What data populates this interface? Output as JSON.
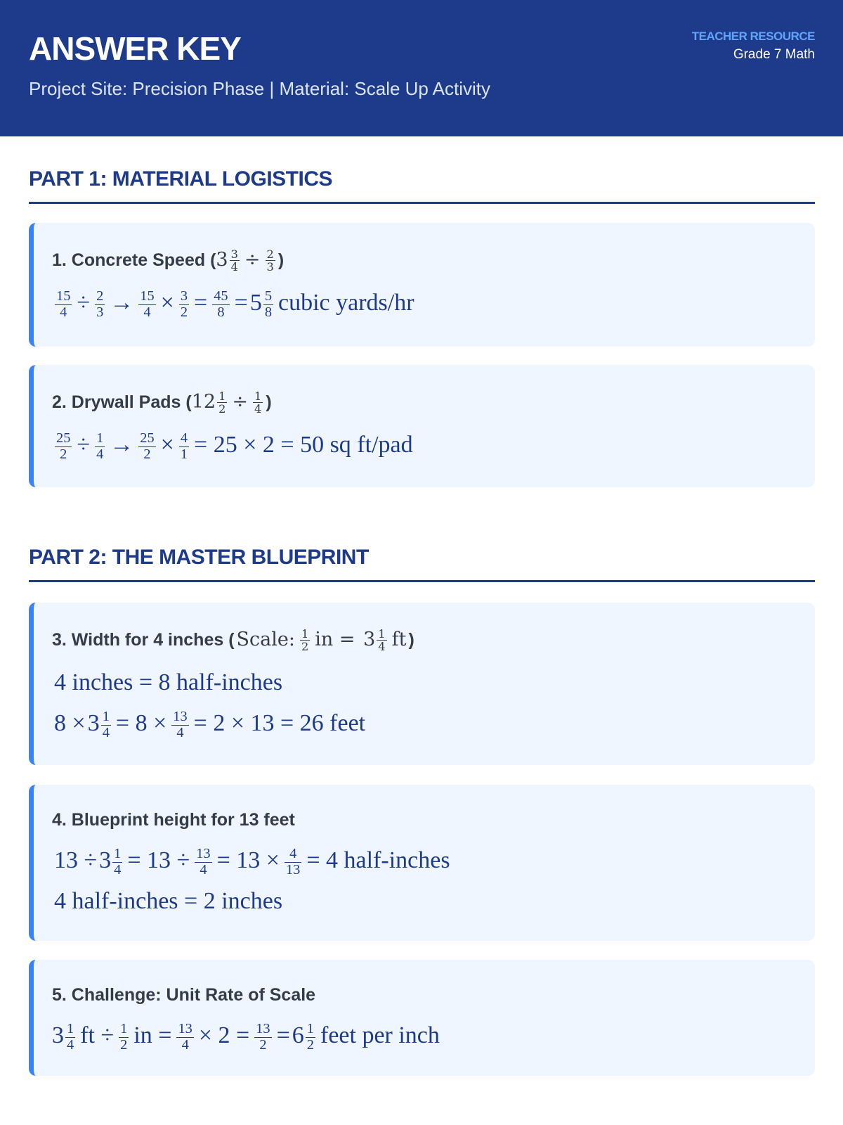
{
  "header": {
    "title": "ANSWER KEY",
    "subtitle": "Project Site: Precision Phase | Material: Scale Up Activity",
    "resource_label": "TEACHER RESOURCE",
    "grade": "Grade 7 Math"
  },
  "sections": [
    {
      "heading": "PART 1: MATERIAL LOGISTICS"
    },
    {
      "heading": "PART 2: THE MASTER BLUEPRINT"
    }
  ],
  "problems": [
    {
      "label": "1. Concrete Speed (",
      "label_math": [
        {
          "w": "3",
          "n": "3",
          "d": "4"
        },
        "÷",
        {
          "n": "2",
          "d": "3"
        }
      ],
      "label_end": ")",
      "lines": [
        [
          {
            "n": "15",
            "d": "4"
          },
          "÷",
          {
            "n": "2",
            "d": "3"
          },
          "→",
          {
            "n": "15",
            "d": "4"
          },
          "×",
          {
            "n": "3",
            "d": "2"
          },
          "=",
          {
            "n": "45",
            "d": "8"
          },
          "=",
          {
            "w": "5",
            "n": "5",
            "d": "8"
          },
          "cubic yards/hr"
        ]
      ]
    },
    {
      "label": "2. Drywall Pads (",
      "label_math": [
        {
          "w": "12",
          "n": "1",
          "d": "2"
        },
        "÷",
        {
          "n": "1",
          "d": "4"
        }
      ],
      "label_end": ")",
      "lines": [
        [
          {
            "n": "25",
            "d": "2"
          },
          "÷",
          {
            "n": "1",
            "d": "4"
          },
          "→",
          {
            "n": "25",
            "d": "2"
          },
          "×",
          {
            "n": "4",
            "d": "1"
          },
          "= 25 × 2 = 50 sq ft/pad"
        ]
      ]
    },
    {
      "label": "3. Width for 4 inches (",
      "label_math": [
        "Scale:",
        {
          "n": "1",
          "d": "2"
        },
        "in = ",
        {
          "w": "3",
          "n": "1",
          "d": "4"
        },
        "ft"
      ],
      "label_end": ")",
      "lines": [
        [
          "4 inches = 8 half-inches"
        ],
        [
          "8 ×",
          {
            "w": "3",
            "n": "1",
            "d": "4"
          },
          "= 8 ×",
          {
            "n": "13",
            "d": "4"
          },
          "= 2 × 13 = 26 feet"
        ]
      ]
    },
    {
      "label": "4. Blueprint height for 13 feet",
      "label_math": [],
      "label_end": "",
      "lines": [
        [
          "13 ÷",
          {
            "w": "3",
            "n": "1",
            "d": "4"
          },
          "= 13 ÷",
          {
            "n": "13",
            "d": "4"
          },
          "= 13 ×",
          {
            "n": "4",
            "d": "13"
          },
          "= 4 half-inches"
        ],
        [
          "4 half-inches = 2 inches"
        ]
      ]
    },
    {
      "label": "5. Challenge: Unit Rate of Scale",
      "label_math": [],
      "label_end": "",
      "lines": [
        [
          {
            "w": "3",
            "n": "1",
            "d": "4"
          },
          "ft ÷",
          {
            "n": "1",
            "d": "2"
          },
          "in =",
          {
            "n": "13",
            "d": "4"
          },
          "× 2 =",
          {
            "n": "13",
            "d": "2"
          },
          "=",
          {
            "w": "6",
            "n": "1",
            "d": "2"
          },
          "feet per inch"
        ]
      ]
    }
  ],
  "colors": {
    "header_bg": "#1e3a8a",
    "accent": "#3b82f6",
    "card_bg": "#eff6ff"
  }
}
